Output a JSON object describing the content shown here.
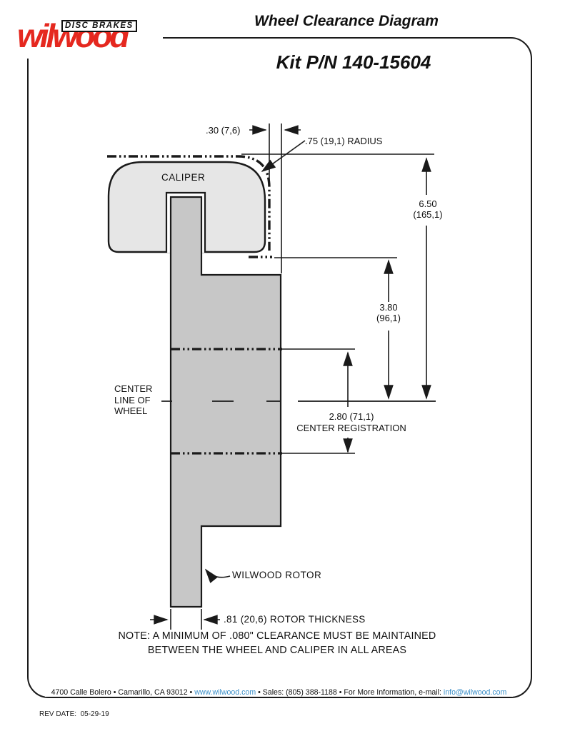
{
  "header": {
    "brand_sub": "DISC BRAKES",
    "brand": "wilwood",
    "title": "Wheel Clearance Diagram",
    "kit": "Kit P/N 140-15604"
  },
  "diagram": {
    "labels": {
      "caliper": "CALIPER",
      "centerline": [
        "CENTER",
        "LINE OF",
        "WHEEL"
      ],
      "rotor": "WILWOOD ROTOR"
    },
    "dimensions": {
      "gap": ".30 (7,6)",
      "radius": ".75 (19,1) RADIUS",
      "overall": [
        "6.50",
        "(165,1)"
      ],
      "caliper_depth": [
        "3.80",
        "(96,1)"
      ],
      "center_registration": [
        "2.80 (71,1)",
        "CENTER REGISTRATION"
      ],
      "rotor_thickness": ".81 (20,6) ROTOR THICKNESS"
    },
    "note": [
      "NOTE: A MINIMUM OF .080\" CLEARANCE MUST BE MAINTAINED",
      "BETWEEN THE WHEEL AND CALIPER IN ALL AREAS"
    ]
  },
  "footer": {
    "address": "4700 Calle Bolero • Camarillo, CA 93012 • ",
    "url": "www.wilwood.com",
    "mid": " • Sales: (805) 388-1188 • For More Information, e-mail: ",
    "email": "info@wilwood.com",
    "rev": "REV DATE:  05-29-19"
  },
  "colors": {
    "brand_red": "#e5281f",
    "link_blue": "#3b8fc8",
    "caliper_fill": "#e6e6e6",
    "rotor_fill": "#c7c7c7",
    "line": "#1a1a1a"
  }
}
